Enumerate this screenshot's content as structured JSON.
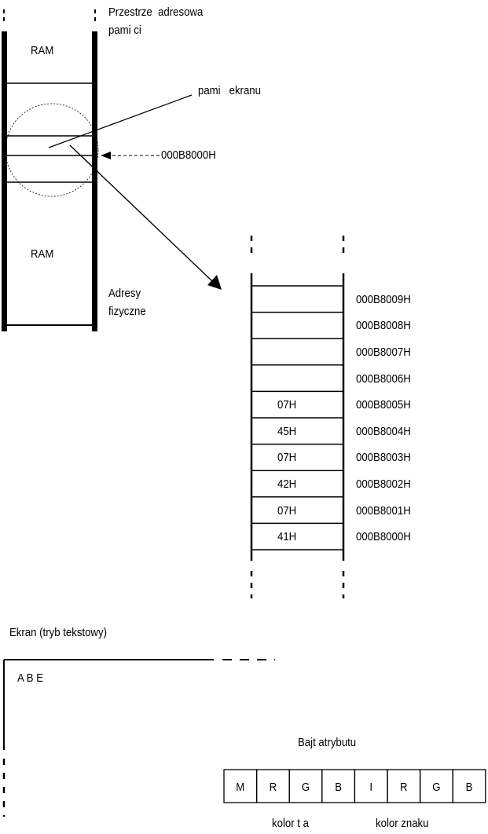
{
  "address_space": {
    "title_line1": "Przestrze  adresowa",
    "title_line2": "pami ci",
    "ram_top": "RAM",
    "ram_bottom": "RAM",
    "screen_memory": "pami   ekranu",
    "base_address": "000B8000H",
    "physical_line1": "Adresy",
    "physical_line2": "fizyczne"
  },
  "memory_cells": [
    {
      "value": "",
      "address": "000B8009H"
    },
    {
      "value": "",
      "address": "000B8008H"
    },
    {
      "value": "",
      "address": "000B8007H"
    },
    {
      "value": "",
      "address": "000B8006H"
    },
    {
      "value": "07H",
      "address": "000B8005H"
    },
    {
      "value": "45H",
      "address": "000B8004H"
    },
    {
      "value": "07H",
      "address": "000B8003H"
    },
    {
      "value": "42H",
      "address": "000B8002H"
    },
    {
      "value": "07H",
      "address": "000B8001H"
    },
    {
      "value": "41H",
      "address": "000B8000H"
    }
  ],
  "screen": {
    "title": "Ekran (tryb tekstowy)",
    "content": "A B E"
  },
  "attribute_byte": {
    "title": "Bajt atrybutu",
    "bits": [
      "M",
      "R",
      "G",
      "B",
      "I",
      "R",
      "G",
      "B"
    ],
    "background_label": "kolor t a",
    "foreground_label": "kolor znaku"
  }
}
